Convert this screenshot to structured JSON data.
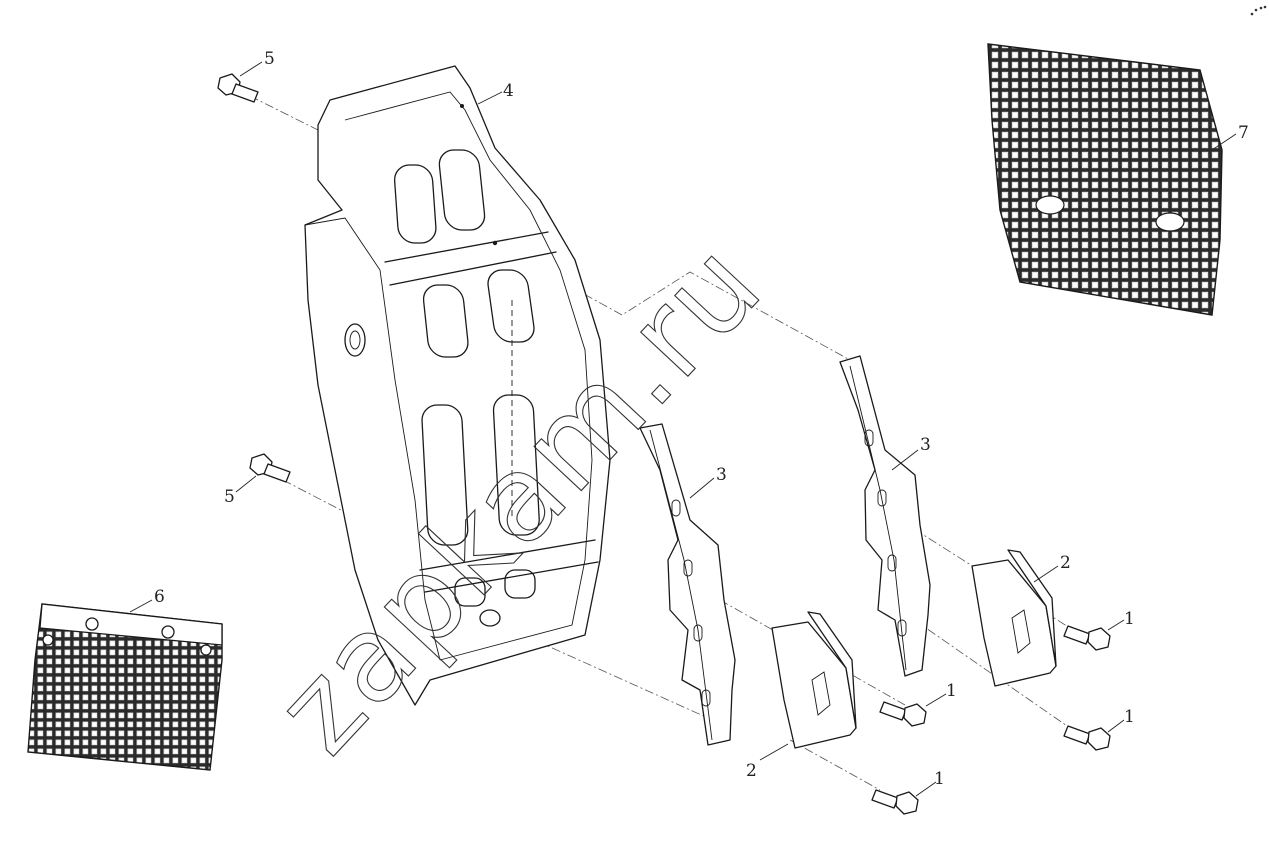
{
  "diagram": {
    "callouts": [
      {
        "id": "c5a",
        "label": "5"
      },
      {
        "id": "c4",
        "label": "4"
      },
      {
        "id": "c7",
        "label": "7"
      },
      {
        "id": "c3a",
        "label": "3"
      },
      {
        "id": "c3b",
        "label": "3"
      },
      {
        "id": "c5b",
        "label": "5"
      },
      {
        "id": "c6",
        "label": "6"
      },
      {
        "id": "c2a",
        "label": "2"
      },
      {
        "id": "c2b",
        "label": "2"
      },
      {
        "id": "c1a",
        "label": "1"
      },
      {
        "id": "c1b",
        "label": "1"
      },
      {
        "id": "c1c",
        "label": "1"
      },
      {
        "id": "c1d",
        "label": "1"
      }
    ],
    "watermark": "zapkam.ru"
  }
}
